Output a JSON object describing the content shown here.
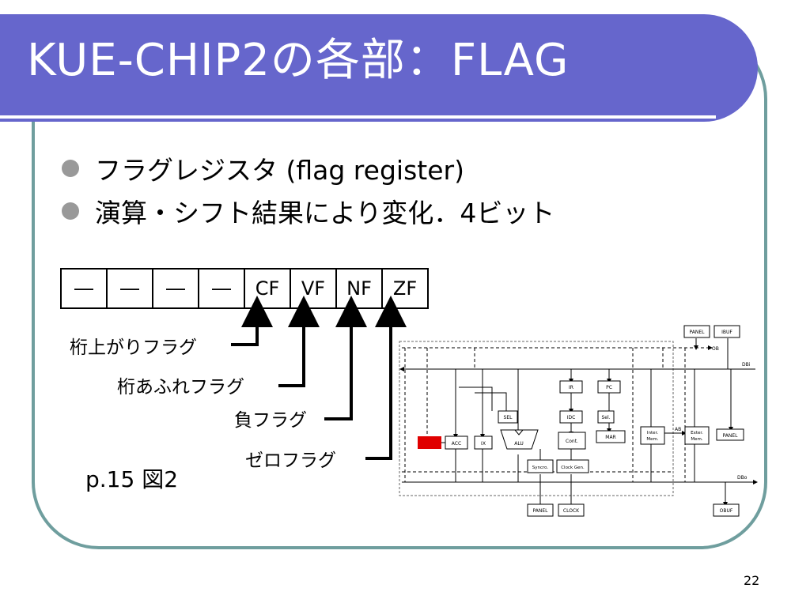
{
  "title": "KUE-CHIP2の各部：FLAG",
  "bullets": [
    "フラグレジスタ (flag register)",
    "演算・シフト結果により変化．4ビット"
  ],
  "register": {
    "cells": [
      "―",
      "―",
      "―",
      "―",
      "CF",
      "VF",
      "NF",
      "ZF"
    ]
  },
  "flag_labels": {
    "carry": "桁上がりフラグ",
    "overflow": "桁あふれフラグ",
    "negative": "負フラグ",
    "zero": "ゼロフラグ"
  },
  "page_ref": "p.15 図2",
  "page_number": "22",
  "diagram": {
    "blocks": {
      "panel_top": "PANEL",
      "ibuf": "IBUF",
      "ir": "IR",
      "pc": "PC",
      "sel1": "SEL",
      "idc": "IDC",
      "sel2": "Sel.",
      "acc": "ACC",
      "ix": "IX",
      "alu": "ALU",
      "cont": "Cont.",
      "mar": "MAR",
      "inter_mem_1": "Inter.",
      "inter_mem_2": "Mem.",
      "exter_mem_1": "Exter.",
      "exter_mem_2": "Mem.",
      "panel_right": "PANEL",
      "syncro": "Syncro.",
      "clock_gen": "Clock Gen.",
      "panel_bottom": "PANEL",
      "clock": "CLOCK",
      "obuf": "OBUF"
    },
    "bus_labels": {
      "ob": "OB",
      "dbi": "DBi",
      "ab": "AB",
      "dbo": "DBo"
    },
    "colors": {
      "flag_highlight": "#e00000"
    }
  },
  "colors": {
    "title_bar": "#6666cc",
    "frame": "#6f9e9e",
    "bullet": "#999999"
  }
}
